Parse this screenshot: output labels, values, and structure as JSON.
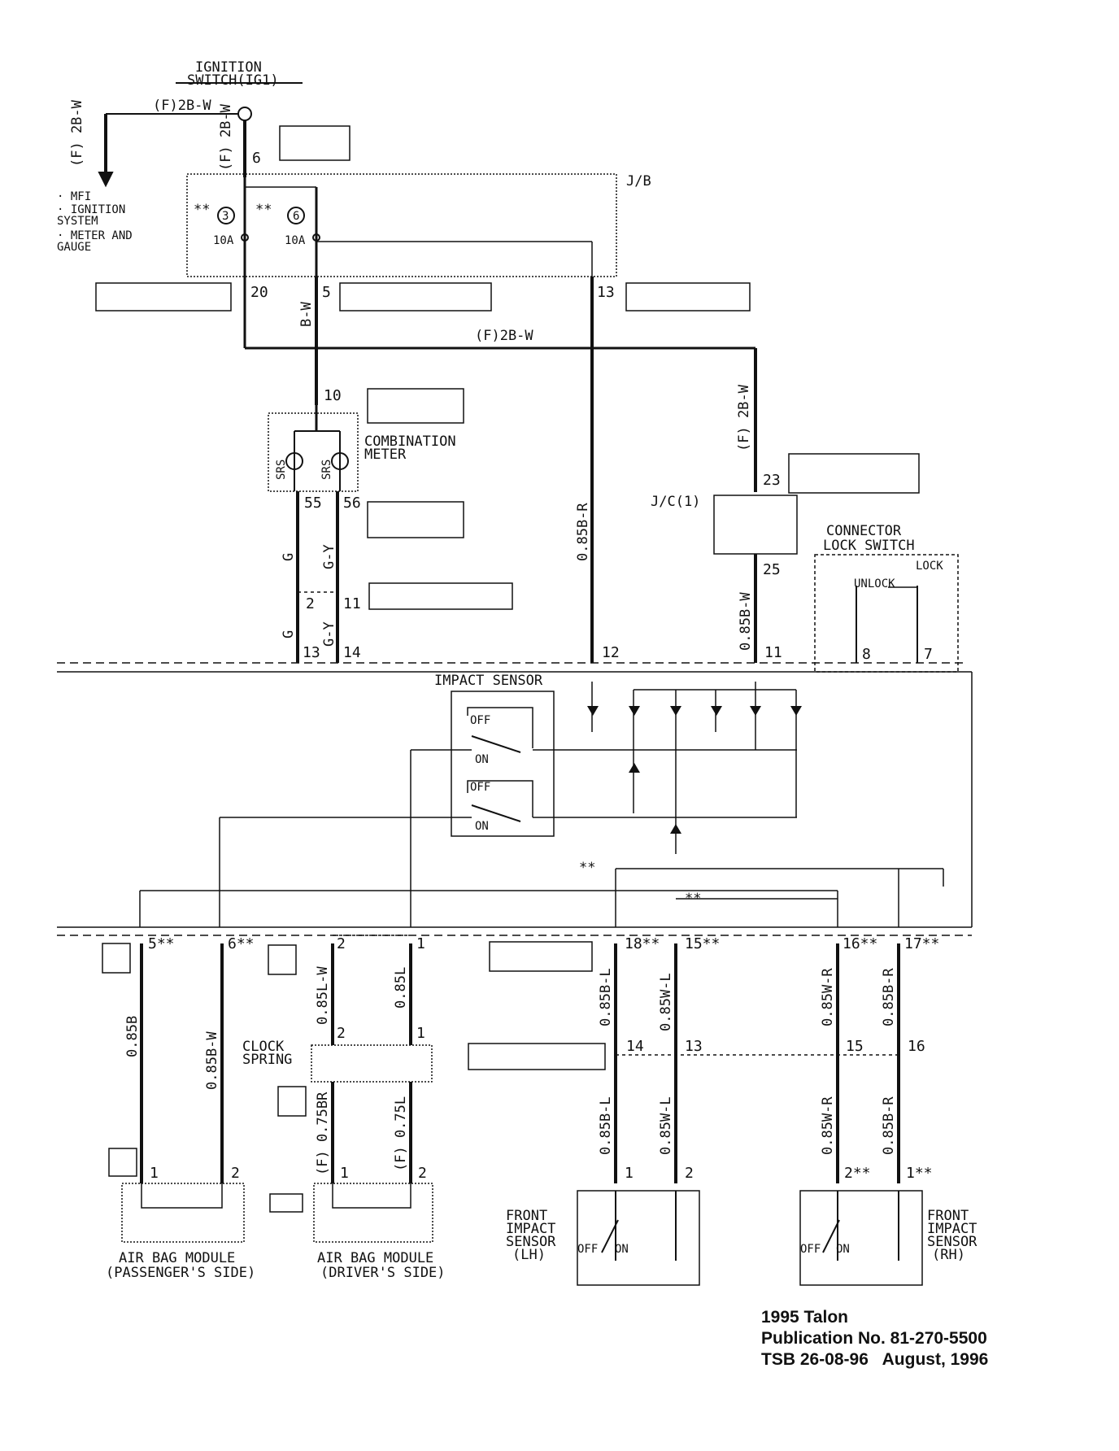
{
  "labels": {
    "ignition_switch": "IGNITION",
    "ignition_switch2": "SWITCH(IG1)",
    "wire_top_left": "(F)2B-W",
    "wire_drop": "(F) 2B-W",
    "wire_main_vert": "(F) 2B-W",
    "mfi_list": [
      "· MFI",
      "· IGNITION",
      "  SYSTEM",
      "· METER AND",
      "  GAUGE"
    ],
    "jb": "J/B",
    "fuse3": "3",
    "fuse6": "6",
    "fuse_amp1": "10A",
    "fuse_amp2": "10A",
    "stars": "**",
    "pin6": "6",
    "pin20": "20",
    "pin5": "5",
    "pin13": "13",
    "wire_bw": "B-W",
    "wire_2bw_horiz": "(F)2B-W",
    "pin10": "10",
    "combination_meter1": "COMBINATION",
    "combination_meter2": "METER",
    "srs1": "SRS",
    "srs2": "SRS",
    "pin55": "55",
    "pin56": "56",
    "wire_g1": "G",
    "wire_gy1": "G-Y",
    "pin2": "2",
    "pin11a": "11",
    "wire_g2": "G",
    "wire_gy2": "G-Y",
    "pin13b": "13",
    "pin14": "14",
    "wire_085br": "0.85B-R",
    "pin12": "12",
    "jc": "J/C(1)",
    "pin23": "23",
    "pin25": "25",
    "wire_2bw_jc": "(F) 2B-W",
    "wire_085bw": "0.85B-W",
    "pin11b": "11",
    "connector1": "CONNECTOR",
    "connector2": "LOCK SWITCH",
    "lock": "LOCK",
    "unlock": "UNLOCK",
    "pin8": "8",
    "pin7": "7",
    "impact_sensor": "IMPACT SENSOR",
    "off": "OFF",
    "on": "ON",
    "p5": "5**",
    "p6": "6**",
    "p2": "2",
    "p1": "1",
    "p18": "18**",
    "p15": "15**",
    "p16": "16**",
    "p17": "17**",
    "w085b": "0.85B",
    "w085bw": "0.85B-W",
    "w085lw": "0.85L-W",
    "w085l": "0.85L",
    "p2b": "2",
    "p1b": "1",
    "clock1": "CLOCK",
    "clock2": "SPRING",
    "w075br": "(F) 0.75BR",
    "w075l": "(F) 0.75L",
    "w085bl": "0.85B-L",
    "w085wl": "0.85W-L",
    "w085wr": "0.85W-R",
    "w085br2": "0.85B-R",
    "p14": "14",
    "p13": "13",
    "p15b": "15",
    "p16b": "16",
    "w085bl2": "0.85B-L",
    "w085wl2": "0.85W-L",
    "w085wr2": "0.85W-R",
    "w085br3": "0.85B-R",
    "pm1": "1",
    "pm2": "2",
    "pm3": "1",
    "pm4": "2",
    "pf1": "1",
    "pf2": "2",
    "pf3": "2**",
    "pf4": "1**",
    "abm_p1": "AIR BAG MODULE",
    "abm_p2": "(PASSENGER'S SIDE)",
    "abm_d1": "AIR BAG MODULE",
    "abm_d2": "(DRIVER'S SIDE)",
    "fis_lh1": "FRONT",
    "fis_lh2": "IMPACT",
    "fis_lh3": "SENSOR",
    "fis_lh4": "(LH)",
    "fis_rh1": "FRONT",
    "fis_rh2": "IMPACT",
    "fis_rh3": "SENSOR",
    "fis_rh4": "(RH)",
    "off_on": "OFF",
    "on_lbl": "ON"
  },
  "footer": {
    "line1": "1995 Talon",
    "line2": "Publication No. 81-270-5500",
    "line3": "TSB 26-08-96   August, 1996"
  }
}
